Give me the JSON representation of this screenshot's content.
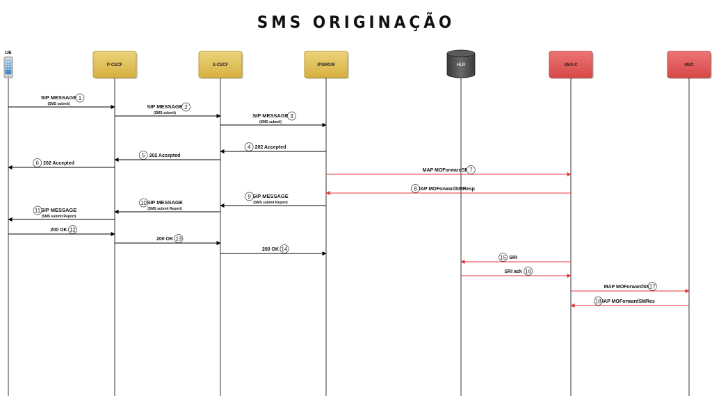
{
  "title": "SMS ORIGINAÇÃO",
  "entities": [
    {
      "id": "UE",
      "label": "UE",
      "kind": "phone"
    },
    {
      "id": "P-CSCF",
      "label": "P-CSCF",
      "kind": "gold"
    },
    {
      "id": "S-CSCF",
      "label": "S-CSCF",
      "kind": "gold"
    },
    {
      "id": "IPSMGW",
      "label": "IPSMGW",
      "kind": "gold"
    },
    {
      "id": "HLR",
      "label": "HLR",
      "kind": "db"
    },
    {
      "id": "SMS-C",
      "label": "SMS-C",
      "kind": "red"
    },
    {
      "id": "MSC",
      "label": "MSC",
      "kind": "red"
    }
  ],
  "colors": {
    "gold": "#e3c256",
    "gold_border": "#b8973a",
    "red": "#e25d5d",
    "red_border": "#b84444",
    "db": "#4a4a4a",
    "black_arrow": "#000000",
    "red_arrow": "#e8363a"
  },
  "messages": [
    {
      "n": "1",
      "from": "UE",
      "to": "P-CSCF",
      "label": "SIP MESSAGE",
      "sub": "(SMS submit)",
      "color": "black"
    },
    {
      "n": "2",
      "from": "P-CSCF",
      "to": "S-CSCF",
      "label": "SIP MESSAGE",
      "sub": "(SMS submit)",
      "color": "black"
    },
    {
      "n": "3",
      "from": "S-CSCF",
      "to": "IPSMGW",
      "label": "SIP MESSAGE",
      "sub": "(SMS submit)",
      "color": "black"
    },
    {
      "n": "4",
      "from": "IPSMGW",
      "to": "S-CSCF",
      "label": "202 Accepted",
      "sub": "",
      "color": "black"
    },
    {
      "n": "5",
      "from": "S-CSCF",
      "to": "P-CSCF",
      "label": "202 Accepted",
      "sub": "",
      "color": "black"
    },
    {
      "n": "6",
      "from": "P-CSCF",
      "to": "UE",
      "label": "202 Accepted",
      "sub": "",
      "color": "black"
    },
    {
      "n": "7",
      "from": "IPSMGW",
      "to": "SMS-C",
      "label": "MAP MOForwardSM",
      "sub": "",
      "color": "red"
    },
    {
      "n": "8",
      "from": "SMS-C",
      "to": "IPSMGW",
      "label": "MAP MOForwardSMResp",
      "sub": "",
      "color": "red"
    },
    {
      "n": "9",
      "from": "IPSMGW",
      "to": "S-CSCF",
      "label": "SIP MESSAGE",
      "sub": "(SMS submit Report)",
      "color": "black"
    },
    {
      "n": "10",
      "from": "S-CSCF",
      "to": "P-CSCF",
      "label": "SIP MESSAGE",
      "sub": "(SMS submit Report)",
      "color": "black"
    },
    {
      "n": "11",
      "from": "P-CSCF",
      "to": "UE",
      "label": "SIP MESSAGE",
      "sub": "(SMS submit Report)",
      "color": "black"
    },
    {
      "n": "12",
      "from": "UE",
      "to": "P-CSCF",
      "label": "200 OK",
      "sub": "",
      "color": "black"
    },
    {
      "n": "13",
      "from": "P-CSCF",
      "to": "S-CSCF",
      "label": "200 OK",
      "sub": "",
      "color": "black"
    },
    {
      "n": "14",
      "from": "S-CSCF",
      "to": "IPSMGW",
      "label": "200 OK",
      "sub": "",
      "color": "black"
    },
    {
      "n": "15",
      "from": "SMS-C",
      "to": "HLR",
      "label": "SRI",
      "sub": "",
      "color": "red"
    },
    {
      "n": "16",
      "from": "HLR",
      "to": "SMS-C",
      "label": "SRI ack",
      "sub": "",
      "color": "red"
    },
    {
      "n": "17",
      "from": "SMS-C",
      "to": "MSC",
      "label": "MAP MOForwardSM",
      "sub": "",
      "color": "red"
    },
    {
      "n": "18",
      "from": "MSC",
      "to": "SMS-C",
      "label": "MAP MOForwardSMRes",
      "sub": "",
      "color": "red"
    }
  ]
}
